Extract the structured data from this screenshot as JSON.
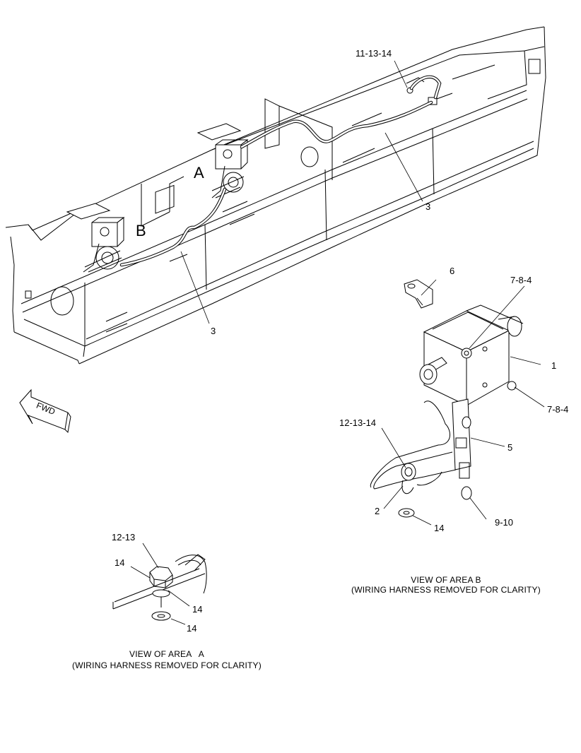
{
  "callouts": {
    "c_11_13_14": "11-13-14",
    "c_3_top": "3",
    "c_3_bottom": "3",
    "area_a": "A",
    "area_b": "B",
    "c_6": "6",
    "c_7_8_4_top": "7-8-4",
    "c_1": "1",
    "c_7_8_4_right": "7-8-4",
    "c_12_13_14_b": "12-13-14",
    "c_5": "5",
    "c_2": "2",
    "c_14_b": "14",
    "c_9_10": "9-10",
    "c_12_13_a": "12-13",
    "c_14_a1": "14",
    "c_14_a2": "14",
    "c_14_a3": "14"
  },
  "fwd_label": "FWD",
  "captions": {
    "area_b_line1": "VIEW OF AREA B",
    "area_b_line2": "(WIRING HARNESS REMOVED FOR CLARITY)",
    "area_a_line1": "VIEW OF AREA   A",
    "area_a_line2": "(WIRING HARNESS REMOVED FOR CLARITY)"
  }
}
